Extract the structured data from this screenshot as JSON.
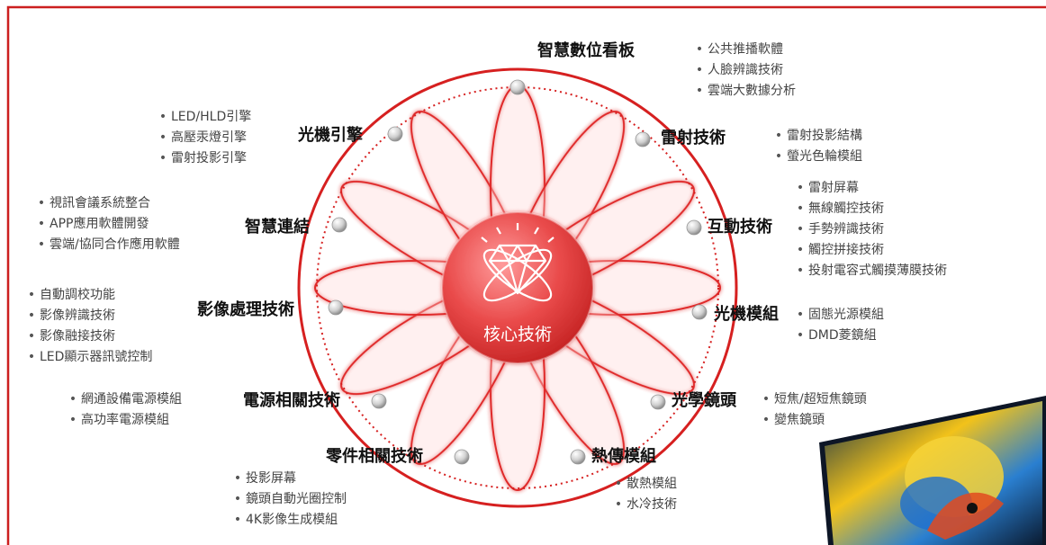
{
  "center": {
    "label": "核心技術",
    "icon": "diamond-orbit-icon"
  },
  "colors": {
    "frame": "#cc1f1f",
    "petal": "#e02a2a",
    "hub": "#e84848",
    "node": "#bdbdbd"
  },
  "nodes": [
    {
      "id": "digital-signage",
      "title": "智慧數位看板",
      "bullets": [
        "公共推播軟體",
        "人臉辨識技術",
        "雲端大數據分析"
      ]
    },
    {
      "id": "laser-tech",
      "title": "雷射技術",
      "bullets": [
        "雷射投影結構",
        "螢光色輪模組"
      ]
    },
    {
      "id": "interactive-tech",
      "title": "互動技術",
      "bullets": [
        "雷射屏幕",
        "無線觸控技術",
        "手勢辨識技術",
        "觸控拼接技術",
        "投射電容式觸摸薄膜技術"
      ]
    },
    {
      "id": "optical-module",
      "title": "光機模組",
      "bullets": [
        "固態光源模組",
        "DMD菱鏡組"
      ]
    },
    {
      "id": "optical-lens",
      "title": "光學鏡頭",
      "bullets": [
        "短焦/超短焦鏡頭",
        "變焦鏡頭"
      ]
    },
    {
      "id": "thermal-module",
      "title": "熱傳模組",
      "bullets": [
        "散熱模組",
        "水冷技術"
      ]
    },
    {
      "id": "components-tech",
      "title": "零件相關技術",
      "bullets": [
        "投影屏幕",
        "鏡頭自動光圈控制",
        "4K影像生成模組"
      ]
    },
    {
      "id": "power-tech",
      "title": "電源相關技術",
      "bullets": [
        "網通設備電源模組",
        "高功率電源模組"
      ]
    },
    {
      "id": "image-processing",
      "title": "影像處理技術",
      "bullets": [
        "自動調校功能",
        "影像辨識技術",
        "影像融接技術",
        "LED顯示器訊號控制"
      ]
    },
    {
      "id": "smart-connect",
      "title": "智慧連結",
      "bullets": [
        "視訊會議系統整合",
        "APP應用軟體開發",
        "雲端/協同合作應用軟體"
      ]
    },
    {
      "id": "light-engine",
      "title": "光機引擎",
      "bullets": [
        "LED/HLD引擎",
        "高壓汞燈引擎",
        "雷射投影引擎"
      ]
    }
  ]
}
